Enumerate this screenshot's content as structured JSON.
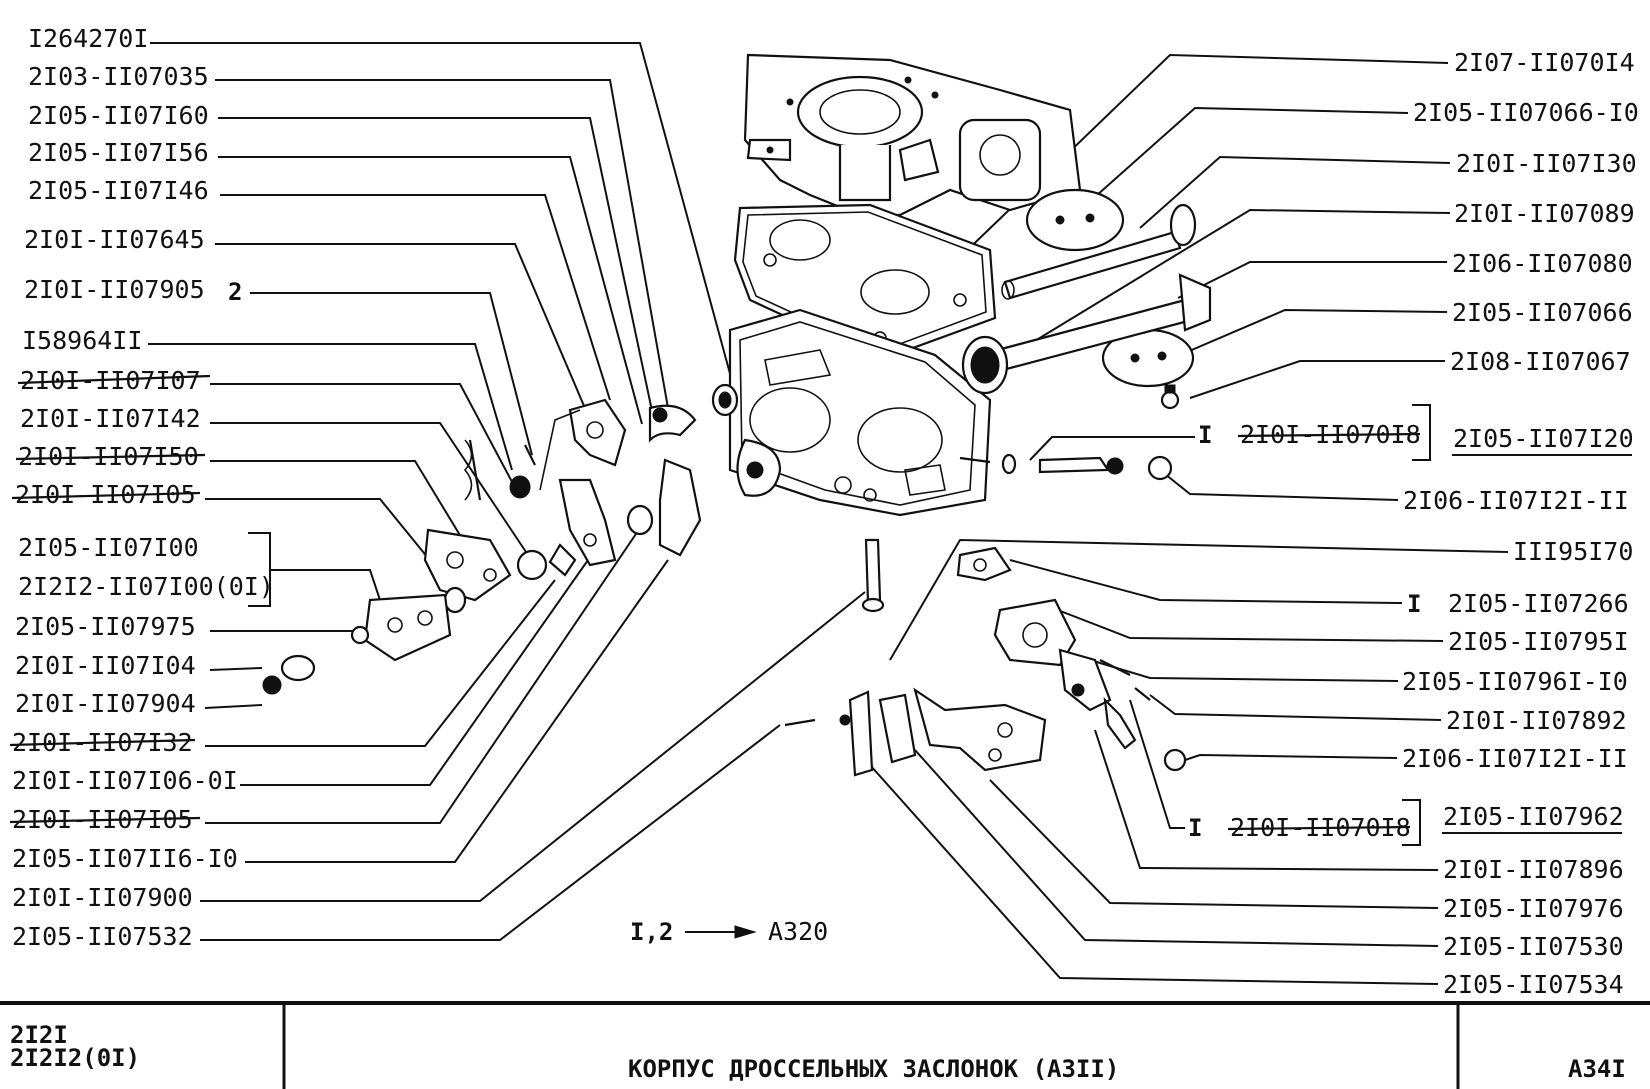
{
  "labels_left": [
    {
      "text": "I264270I",
      "struck": false
    },
    {
      "text": "2I03-II07035",
      "struck": false
    },
    {
      "text": "2I05-II07I60",
      "struck": false
    },
    {
      "text": "2I05-II07I56",
      "struck": false
    },
    {
      "text": "2I05-II07I46",
      "struck": false
    },
    {
      "text": "2I0I-II07645",
      "struck": false
    },
    {
      "text": "2I0I-II07905",
      "struck": false
    },
    {
      "text": "I58964II",
      "struck": false
    },
    {
      "text": "2I0I-II07I07",
      "struck": true
    },
    {
      "text": "2I0I-II07I42",
      "struck": false
    },
    {
      "text": "2I0I-II07I50",
      "struck": true
    },
    {
      "text": "2I0I-II07I05",
      "struck": true
    },
    {
      "text": "2I05-II07I00",
      "struck": false
    },
    {
      "text": "2I2I2-II07I00(0I)",
      "struck": false
    },
    {
      "text": "2I05-II07975",
      "struck": false
    },
    {
      "text": "2I0I-II07I04",
      "struck": false
    },
    {
      "text": "2I0I-II07904",
      "struck": false
    },
    {
      "text": "2I0I-II07I32",
      "struck": true
    },
    {
      "text": "2I0I-II07I06-0I",
      "struck": false
    },
    {
      "text": "2I0I-II07I05",
      "struck": true
    },
    {
      "text": "2I05-II07II6-I0",
      "struck": false
    },
    {
      "text": "2I0I-II07900",
      "struck": false
    },
    {
      "text": "2I05-II07532",
      "struck": false
    }
  ],
  "label_2i0i_ii07905_suffix": "2",
  "labels_right": [
    {
      "text": "2I07-II070I4",
      "struck": false,
      "underline": false
    },
    {
      "text": "2I05-II07066-I0",
      "struck": false,
      "underline": false
    },
    {
      "text": "2I0I-II07I30",
      "struck": false,
      "underline": false
    },
    {
      "text": "2I0I-II07089",
      "struck": false,
      "underline": false
    },
    {
      "text": "2I06-II07080",
      "struck": false,
      "underline": false
    },
    {
      "text": "2I05-II07066",
      "struck": false,
      "underline": false
    },
    {
      "text": "2I08-II07067",
      "struck": false,
      "underline": false
    },
    {
      "text": "2I06-II07I2I-II",
      "struck": false,
      "underline": false
    },
    {
      "text": "III95I70",
      "struck": false,
      "underline": false
    },
    {
      "text": "2I05-II07266",
      "struck": false,
      "underline": false
    },
    {
      "text": "2I05-II0795I",
      "struck": false,
      "underline": false
    },
    {
      "text": "2I05-II0796I-I0",
      "struck": false,
      "underline": false
    },
    {
      "text": "2I0I-II07892",
      "struck": false,
      "underline": false
    },
    {
      "text": "2I06-II07I2I-II",
      "struck": false,
      "underline": false
    },
    {
      "text": "2I0I-II07896",
      "struck": false,
      "underline": false
    },
    {
      "text": "2I05-II07976",
      "struck": false,
      "underline": false
    },
    {
      "text": "2I05-II07530",
      "struck": false,
      "underline": false
    },
    {
      "text": "2I05-II07534",
      "struck": false,
      "underline": false
    }
  ],
  "label_i_prefix": "I",
  "bracketed_upper": {
    "struck_text": "2I0I-II070I8",
    "replacement": "2I05-II07I20"
  },
  "bracketed_lower": {
    "struck_text": "2I0I-II070I8",
    "replacement": "2I05-II07962"
  },
  "reference_note": {
    "text": "I,2",
    "target": "A320"
  },
  "title_block": {
    "models": [
      "2I2I",
      "2I2I2(0I)"
    ],
    "title": "КОРПУС ДРОССЕЛЬНЫХ ЗАСЛОНОК (А3II)",
    "sheet": "А34I"
  }
}
